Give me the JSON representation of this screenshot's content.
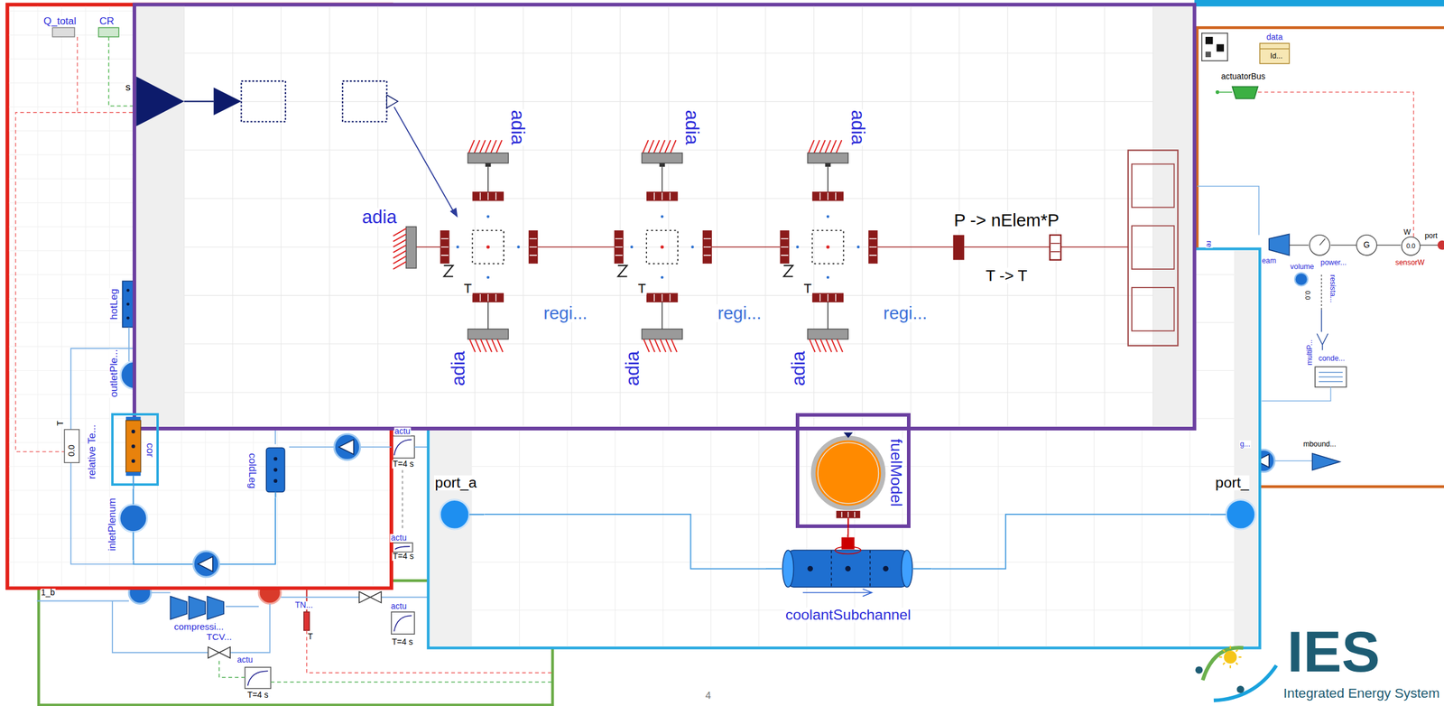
{
  "diagram": {
    "nodes": [
      {
        "text": [
          "cor"
        ]
      },
      {
        "text": [
          "fuelModel"
        ]
      },
      {
        "text": [
          "coldLeg"
        ]
      },
      {
        "text": [
          "port_a"
        ]
      },
      {
        "text": [
          "port_"
        ]
      },
      {
        "text": [
          "inletPlenum"
        ]
      },
      {
        "text": [
          "coolantSubchannel"
        ]
      }
    ],
    "edges": [
      {
        "from": 3,
        "to": 6,
        "arrow": "none"
      },
      {
        "from": 6,
        "to": 4,
        "arrow": "none"
      },
      {
        "from": 1,
        "to": 6,
        "arrow": "none"
      },
      {
        "from": 5,
        "to": 0,
        "arrow": "none"
      },
      {
        "from": 2,
        "to": 5,
        "arrow": "none"
      }
    ],
    "labels": [
      "Q_total",
      "CR",
      "s",
      "hotLeg",
      "outletPle...",
      "T",
      "0.0",
      "relative Te...",
      "actu",
      "T=4 s",
      "actu",
      "T=4 s",
      "1_b",
      "compressi...",
      "TCV...",
      "TN...",
      "T",
      "actu",
      "T=4 s",
      "actu",
      "T=4 s",
      "adia",
      "adia",
      "adia",
      "adia",
      "T",
      "T",
      "T",
      "P -> nElem*P",
      "regi...",
      "regi...",
      "regi...",
      "T -> T",
      "adia",
      "adia",
      "adia",
      "data",
      "Id...",
      "actuatorBus",
      "re",
      "eam",
      "volume",
      "power...",
      "G",
      "W",
      "0.0",
      "port",
      "sensorW",
      "0.0",
      "resista...",
      "multiP...",
      "conde...",
      "g...",
      "mbound...",
      "4",
      "IES",
      "Integrated Energy System"
    ]
  }
}
